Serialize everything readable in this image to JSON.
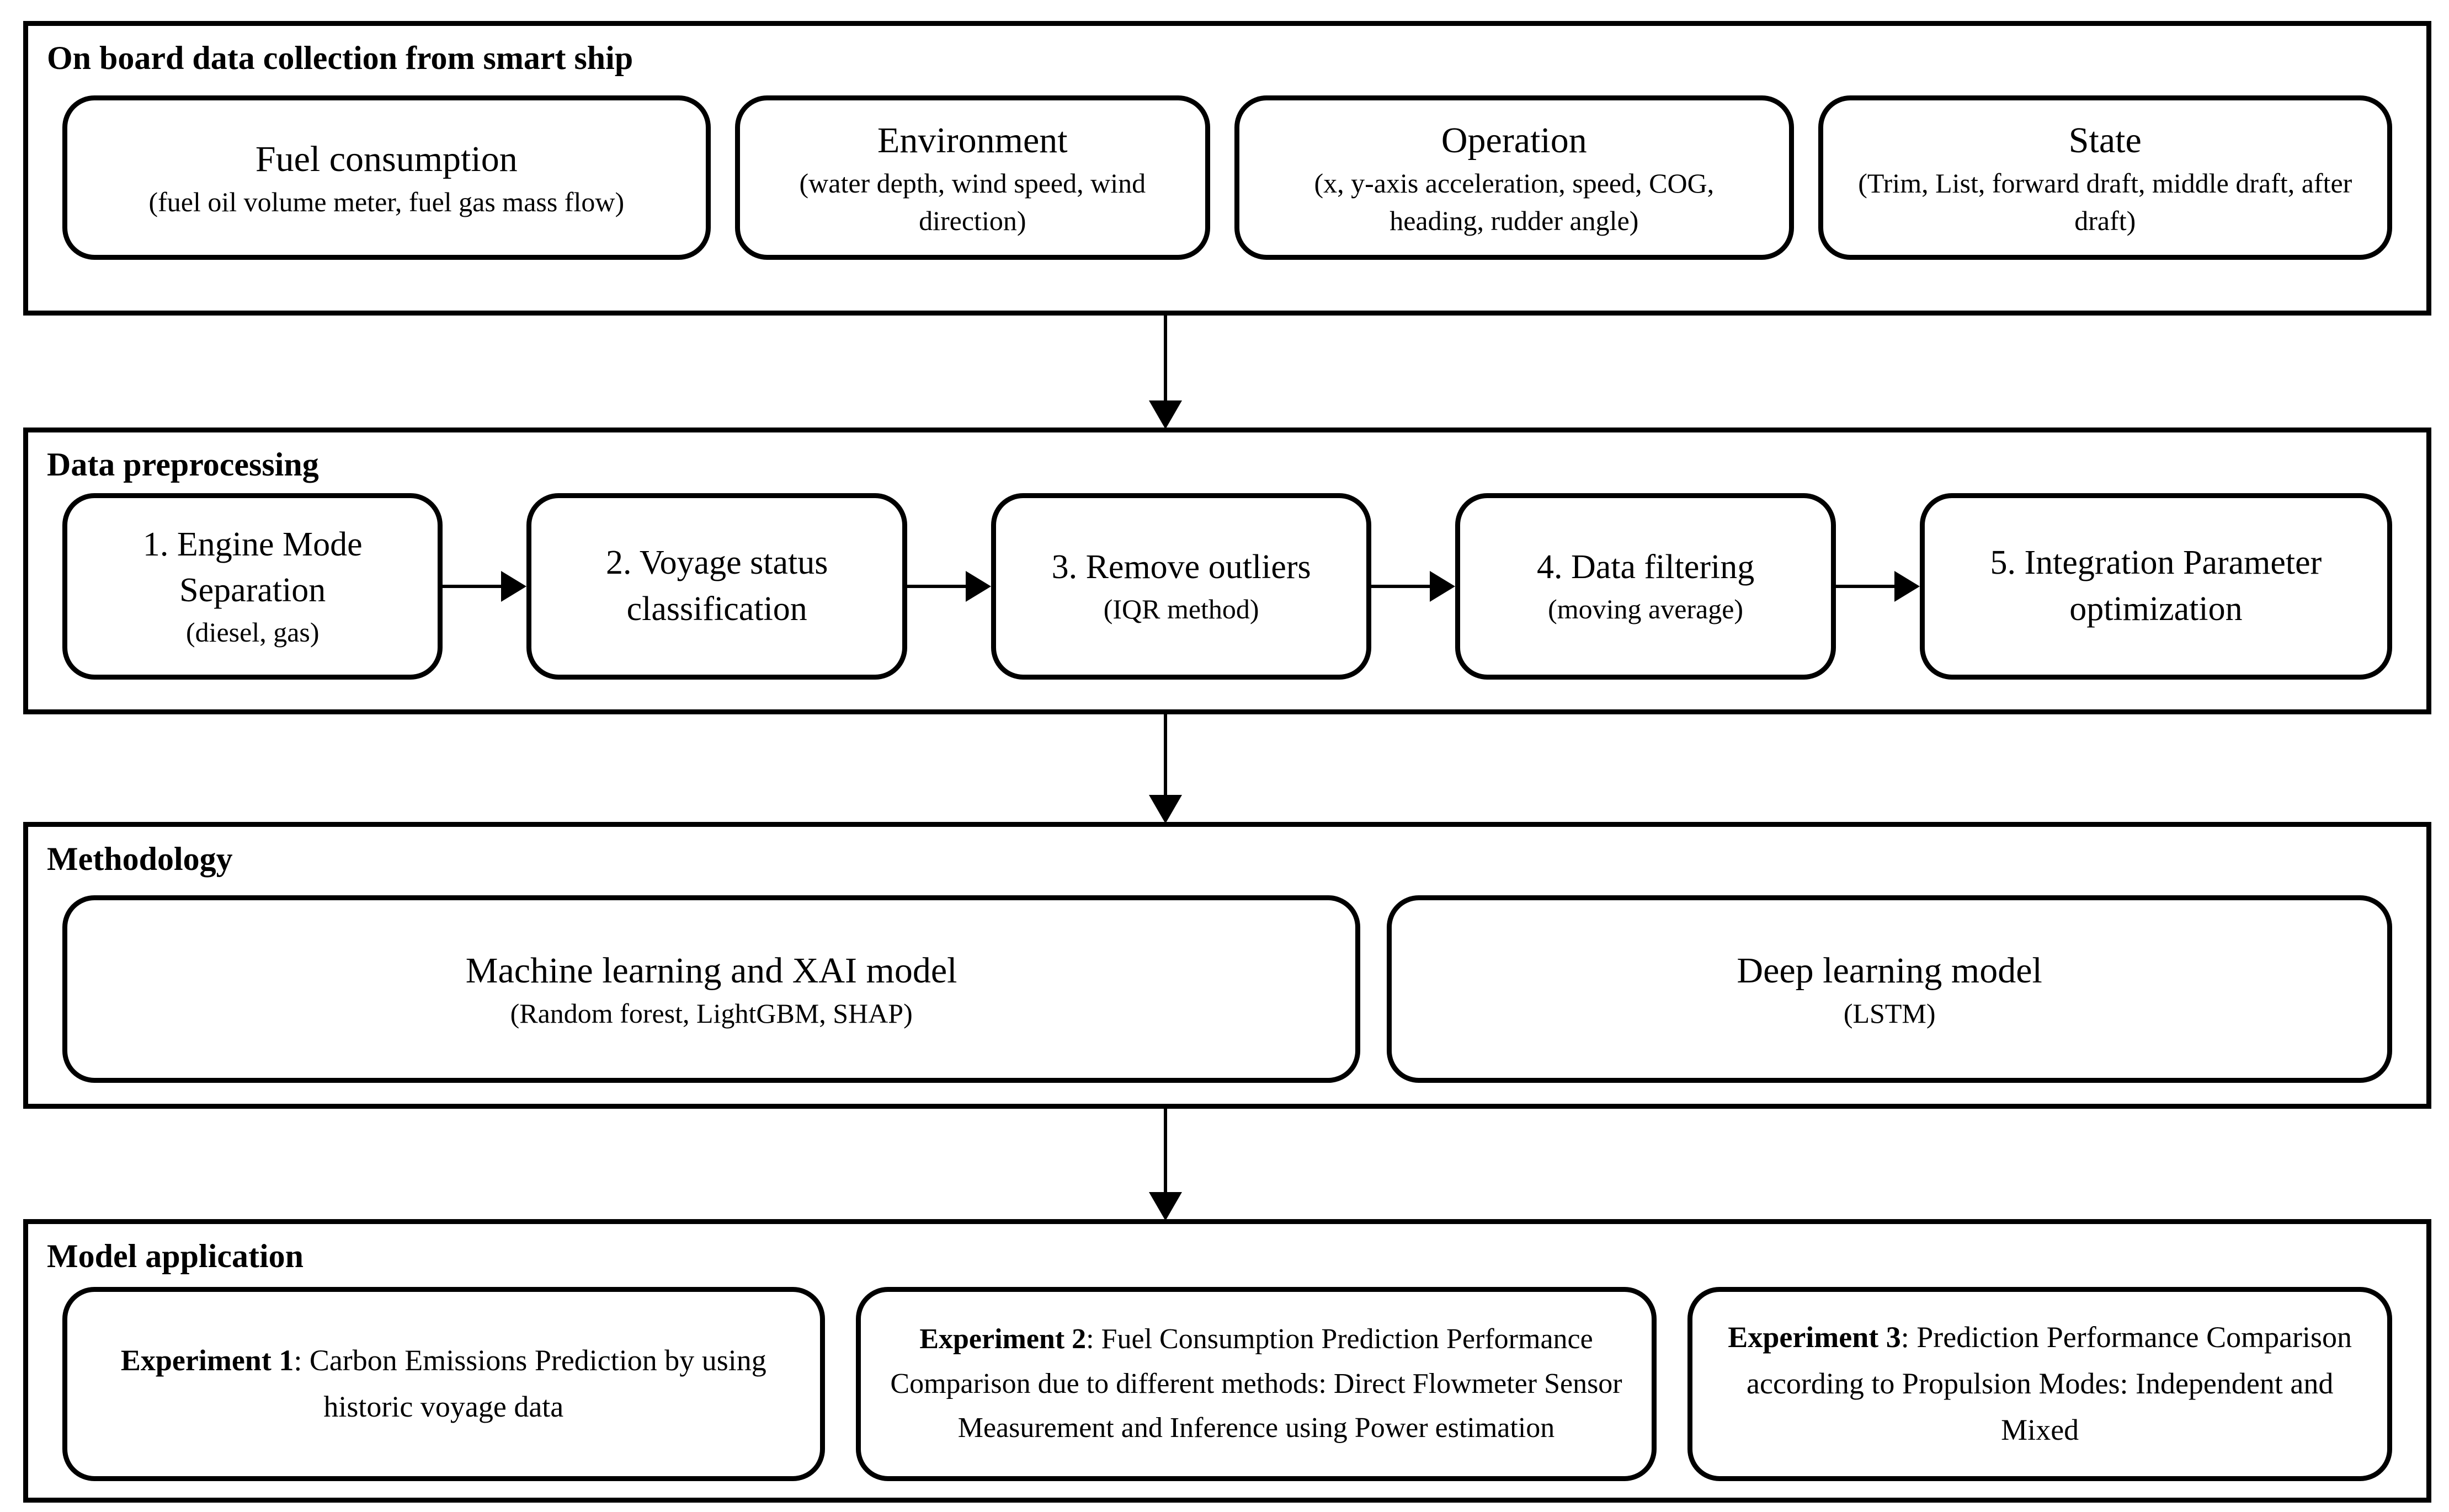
{
  "colors": {
    "line": "#000000",
    "background": "#ffffff",
    "text": "#000000"
  },
  "sections": [
    {
      "title": "On board data collection from smart ship",
      "boxes": [
        {
          "title": "Fuel consumption",
          "subtitle": "(fuel oil volume meter, fuel gas mass flow)"
        },
        {
          "title": "Environment",
          "subtitle": "(water depth, wind speed, wind direction)"
        },
        {
          "title": "Operation",
          "subtitle": "(x, y-axis acceleration, speed, COG, heading, rudder angle)"
        },
        {
          "title": "State",
          "subtitle": "(Trim, List, forward draft, middle draft, after draft)"
        }
      ]
    },
    {
      "title": "Data preprocessing",
      "boxes": [
        {
          "title": "1. Engine Mode Separation",
          "subtitle": "(diesel, gas)"
        },
        {
          "title": "2. Voyage status classification",
          "subtitle": ""
        },
        {
          "title": "3. Remove outliers",
          "subtitle": "(IQR method)"
        },
        {
          "title": "4. Data filtering",
          "subtitle": "(moving average)"
        },
        {
          "title": "5. Integration Parameter optimization",
          "subtitle": ""
        }
      ]
    },
    {
      "title": "Methodology",
      "boxes": [
        {
          "title": "Machine learning and XAI model",
          "subtitle": "(Random forest, LightGBM, SHAP)"
        },
        {
          "title": "Deep learning model",
          "subtitle": "(LSTM)"
        }
      ]
    },
    {
      "title": "Model application",
      "boxes": [
        {
          "label": "Experiment 1",
          "text": ": Carbon Emissions Prediction by using historic voyage data"
        },
        {
          "label": "Experiment 2",
          "text": ": Fuel Consumption Prediction Performance Comparison due to different methods: Direct Flowmeter Sensor Measurement and Inference using Power estimation"
        },
        {
          "label": "Experiment 3",
          "text": ": Prediction Performance Comparison according to Propulsion Modes: Independent and Mixed"
        }
      ]
    }
  ]
}
